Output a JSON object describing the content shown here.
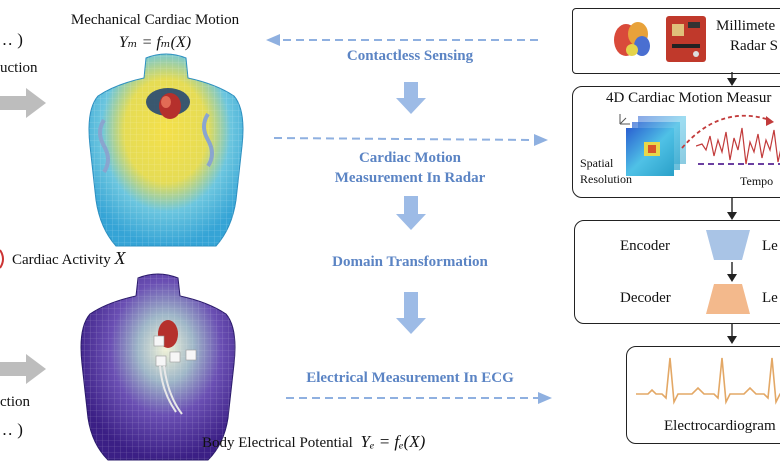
{
  "left": {
    "frag_top_paren": "… )",
    "frag_top_word": "uction",
    "frag_bottom_word": "ction",
    "frag_bottom_paren": "… )"
  },
  "mechanical": {
    "title": "Mechanical Cardiac Motion",
    "formula": "Yₘ = fₘ(X)"
  },
  "cardiac_activity": {
    "label": "Cardiac Activity",
    "symbol": "X"
  },
  "electrical": {
    "label": "Body Electrical Potential",
    "formula": "Yₑ = fₑ(X)"
  },
  "center": {
    "step1": "Contactless Sensing",
    "step2_line1": "Cardiac Motion",
    "step2_line2": "Measurement In Radar",
    "step3": "Domain Transformation",
    "step4": "Electrical Measurement In ECG"
  },
  "right": {
    "radar_line1": "Millimete",
    "radar_line2": "Radar S",
    "motion_title": "4D Cardiac Motion Measur",
    "spatial_line1": "Spatial",
    "spatial_line2": "Resolution",
    "temporal": "Tempo",
    "encoder": "Encoder",
    "encoder_suffix": "Le",
    "decoder": "Decoder",
    "decoder_suffix": "Le",
    "ecg_label": "Electrocardiogram"
  },
  "colors": {
    "arrow_blue": "#8fb0e0",
    "text_blue": "#5b84c4",
    "encoder_fill": "#a9c4e6",
    "decoder_fill": "#f3b98c",
    "ecg_line": "#e3a866",
    "radar_signal": "#c23b3b"
  }
}
